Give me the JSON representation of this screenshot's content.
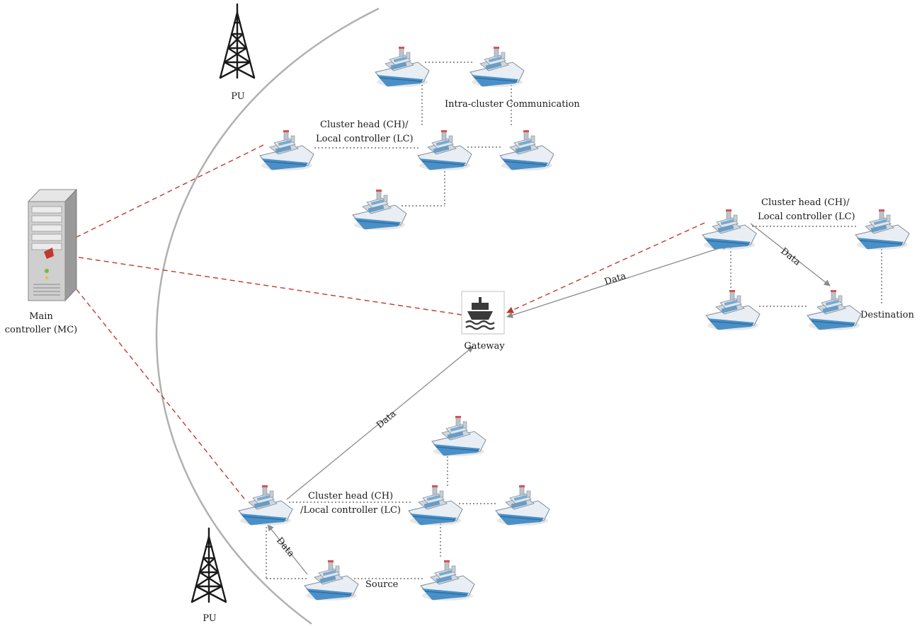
{
  "labels": {
    "pu_top": "PU",
    "pu_bottom": "PU",
    "intra_cluster": "Intra-cluster Communication",
    "ch_top_line1": "Cluster head (CH)/",
    "ch_top_line2": "Local controller (LC)",
    "ch_right_line1": "Cluster head (CH)/",
    "ch_right_line2": "Local controller (LC)",
    "ch_bottom_line1": "Cluster head (CH)",
    "ch_bottom_line2": "/Local controller (LC)",
    "main_line1": "Main",
    "main_line2": "controller (MC)",
    "gateway": "Gateway",
    "destination": "Destination",
    "source": "Source",
    "data_gateway_right": "Data",
    "data_right_cluster": "Data",
    "data_gateway_bottom": "Data",
    "data_source": "Data"
  },
  "icons": {
    "tower": "radio-tower-icon",
    "ship": "ship-icon",
    "gateway": "gateway-ship-icon",
    "server": "server-icon"
  },
  "colors": {
    "control_link": "#c0392b",
    "data_link": "#8a8a8a",
    "intra_link": "#555555",
    "boundary_arc": "#b0b0b0"
  }
}
